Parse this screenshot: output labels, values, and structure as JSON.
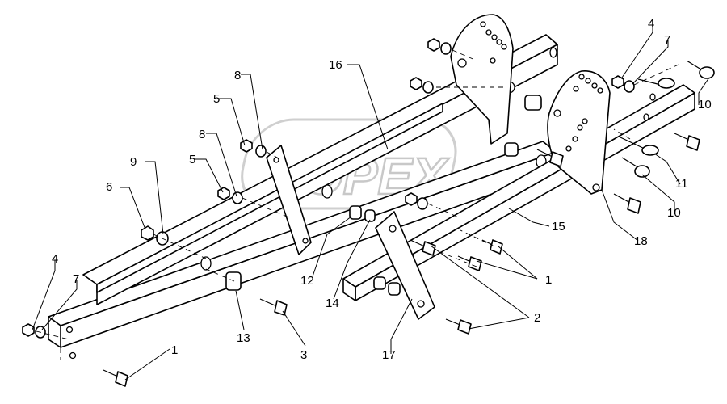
{
  "watermark": {
    "text": "OPEX",
    "color": "#c8c8c8"
  },
  "callouts": {
    "c1a": "1",
    "c1b": "1",
    "c2": "2",
    "c3": "3",
    "c4a": "4",
    "c4b": "4",
    "c5a": "5",
    "c5b": "5",
    "c6": "6",
    "c7a": "7",
    "c7b": "7",
    "c8a": "8",
    "c8b": "8",
    "c9": "9",
    "c10a": "10",
    "c10b": "10",
    "c11": "11",
    "c12": "12",
    "c13": "13",
    "c14": "14",
    "c15": "15",
    "c16": "16",
    "c17": "17",
    "c18": "18"
  }
}
